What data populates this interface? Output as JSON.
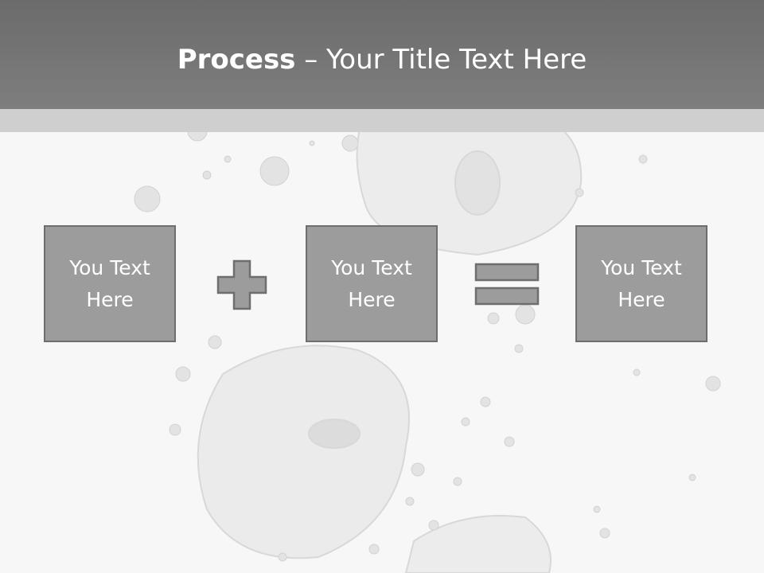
{
  "slide": {
    "title_bold": "Process",
    "title_rest": " – Your Title Text Here"
  },
  "boxes": [
    {
      "text": "You Text Here"
    },
    {
      "text": "You Text Here"
    },
    {
      "text": "You Text Here"
    }
  ],
  "operators": [
    "plus-icon",
    "equals-icon"
  ],
  "colors": {
    "title_bar": "#737373",
    "sub_band": "#cfcfcf",
    "box_fill": "#9c9c9c",
    "box_border": "#6e6e6e",
    "background": "#f7f7f7"
  }
}
